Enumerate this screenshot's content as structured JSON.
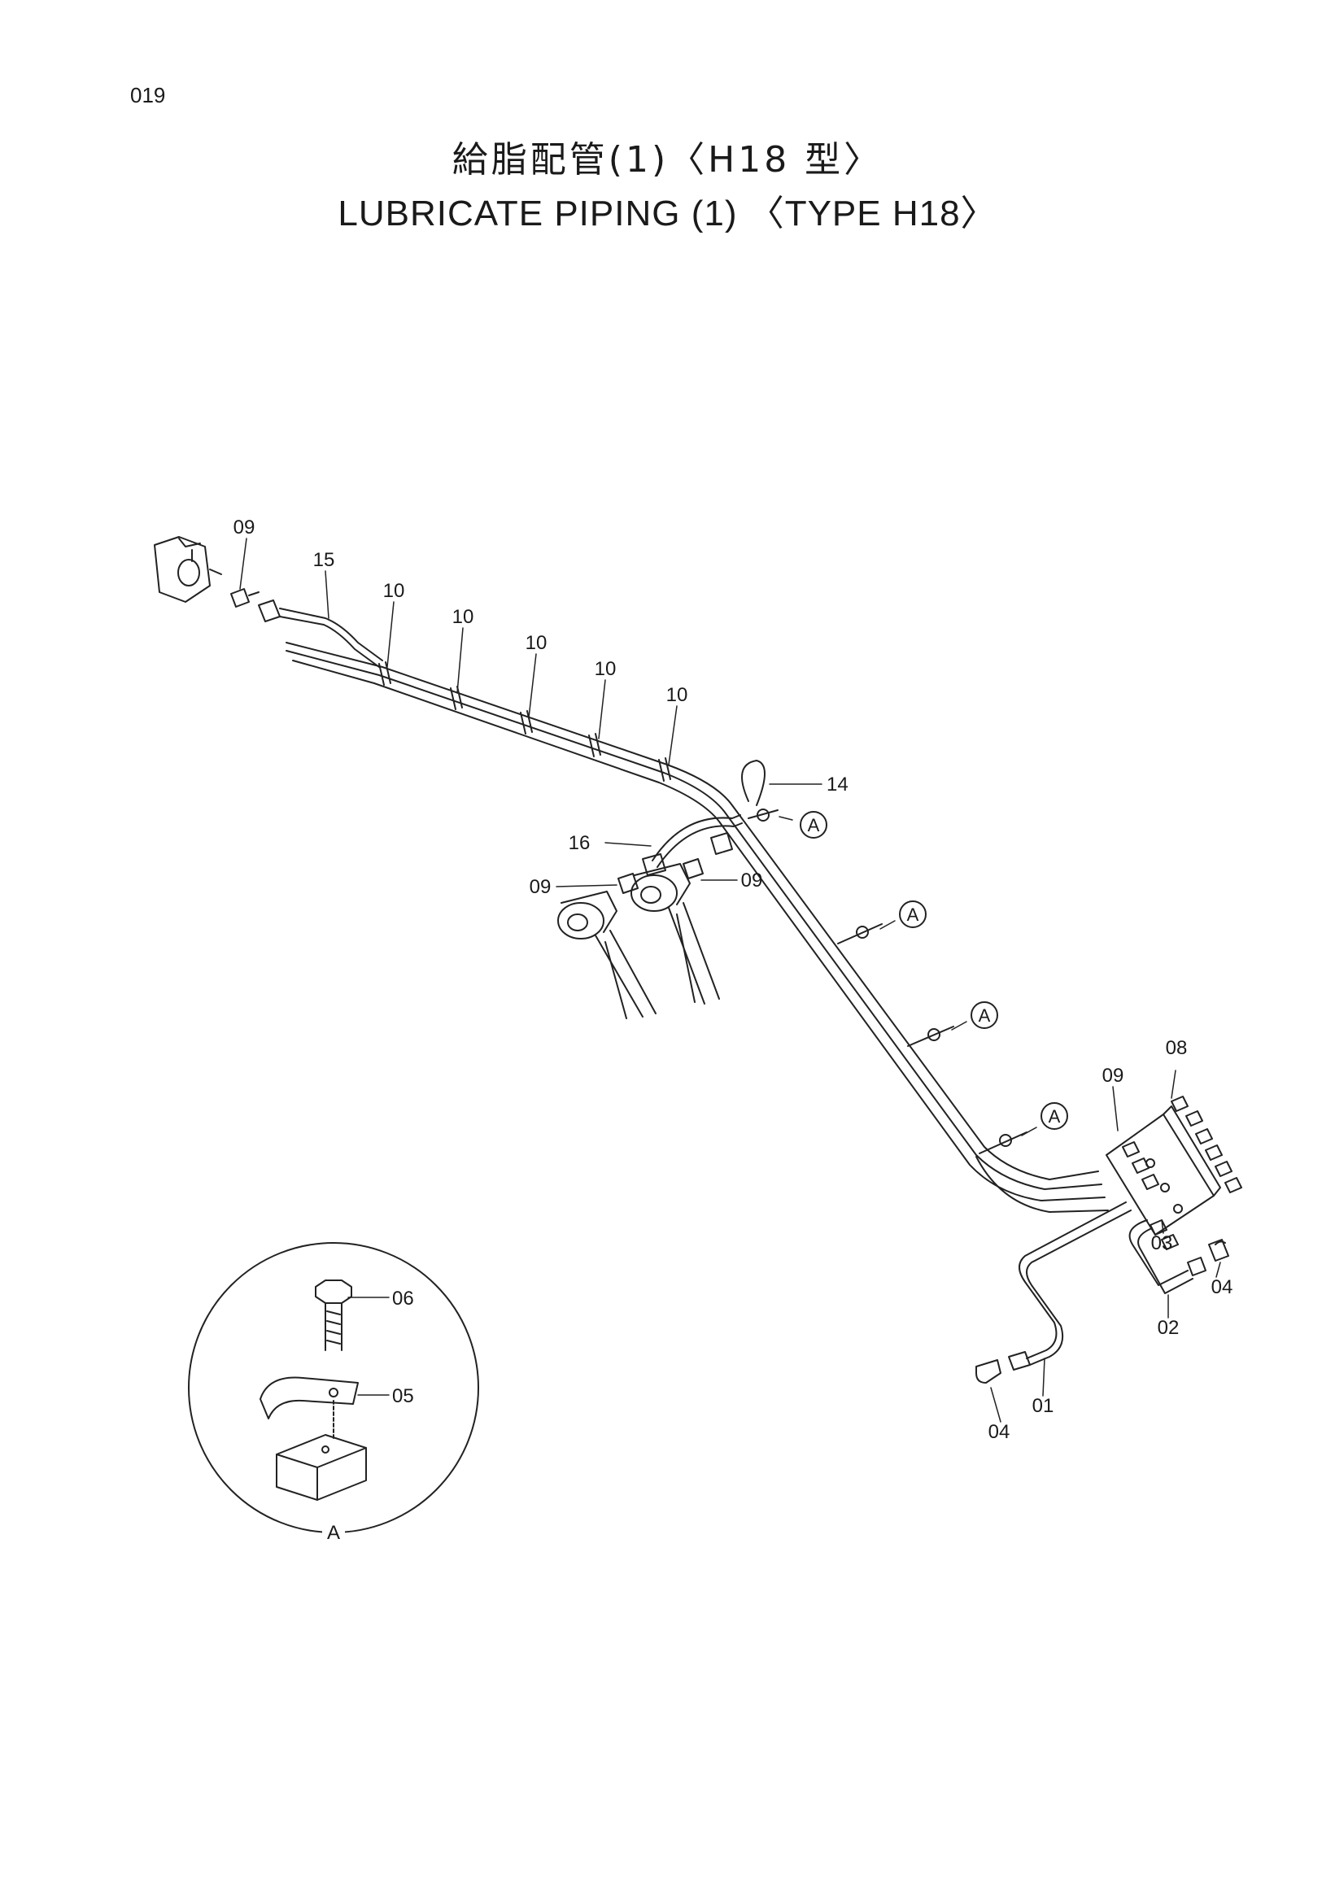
{
  "page_number": "019",
  "title_jp": "給脂配管(1)〈H18 型〉",
  "title_en": "LUBRICATE   PIPING (1) 〈TYPE  H18〉",
  "callouts": {
    "c09_top": "09",
    "c15": "15",
    "c10_a": "10",
    "c10_b": "10",
    "c10_c": "10",
    "c10_d": "10",
    "c10_e": "10",
    "c14": "14",
    "c16": "16",
    "c09_left": "09",
    "c09_right": "09",
    "c08": "08",
    "c09_block": "09",
    "c03": "03",
    "c04_right": "04",
    "c02": "02",
    "c01": "01",
    "c04_left": "04",
    "c06": "06",
    "c05": "05"
  },
  "detail_markers": [
    "A",
    "A",
    "A",
    "A"
  ],
  "detail_label": "A"
}
